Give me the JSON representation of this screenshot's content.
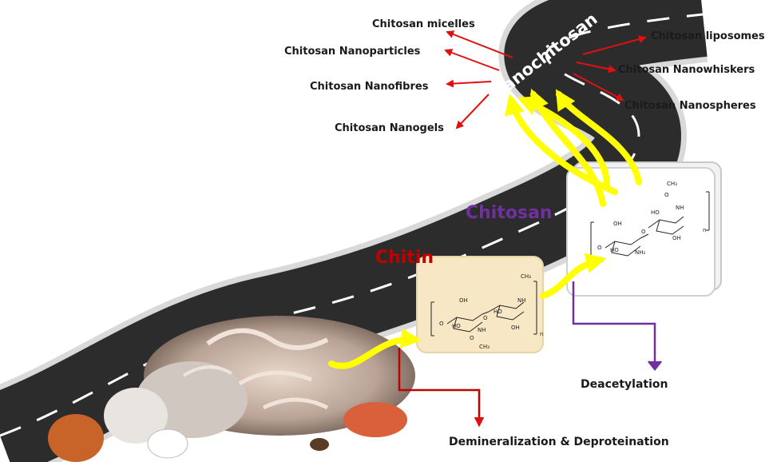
{
  "stages": {
    "chitin": {
      "label": "Chitin",
      "color": "#c00000"
    },
    "chitosan": {
      "label": "Chitosan",
      "color": "#7030a0"
    },
    "nanochitosan": {
      "label": "Nanochitosan"
    }
  },
  "nano_products": [
    "Chitosan micelles",
    "Chitosan Nanoparticles",
    "Chitosan Nanofibres",
    "Chitosan Nanogels",
    "Chitosan liposomes",
    "Chitosan Nanowhiskers",
    "Chitosan Nanospheres"
  ],
  "processes": {
    "demineralization": {
      "label": "Demineralization & Deproteination",
      "color": "#c00000"
    },
    "deacetylation": {
      "label": "Deacetylation",
      "color": "#7030a0"
    }
  },
  "structure_labels": {
    "chitin": [
      "OH",
      "HO",
      "NH",
      "HO",
      "O",
      "O",
      "OH",
      "CH₃",
      "NH",
      "O",
      "CH₃",
      "n"
    ],
    "chitosan": [
      "OH",
      "HO",
      "NH₂",
      "HO",
      "O",
      "O",
      "OH",
      "CH₃",
      "NH",
      "O",
      "n"
    ]
  },
  "colors": {
    "road": "#2c2c2c",
    "road_edge": "#d9d9d9",
    "flow_arrow": "#ffff00",
    "product_arrow": "#e01010",
    "chitin_box": "#f7e7c4",
    "chitosan_box": "#f2f2f2"
  }
}
